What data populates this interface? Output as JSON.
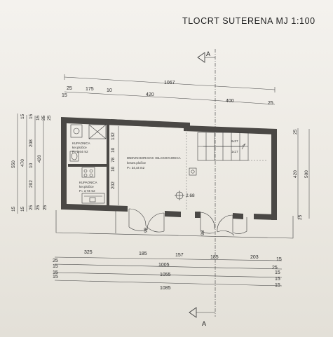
{
  "title": "TLOCRT SUTERENA  MJ 1:100",
  "section_marker": "A",
  "top_dims": {
    "overall": "1067",
    "segments": [
      "25",
      "175",
      "10",
      "420"
    ],
    "left_offset": "15",
    "right_segments": [
      "400",
      "25"
    ]
  },
  "bottom_dims": {
    "row1": [
      "325",
      "185",
      "157",
      "185",
      "203",
      "15"
    ],
    "row2": "1005",
    "row3": "1055",
    "row4": "1085",
    "row2_left": [
      "25",
      "15"
    ],
    "row2_right": [
      "25",
      "15"
    ],
    "row3_left": "15",
    "row3_right": "15",
    "row4_left": "15",
    "row4_right": "15"
  },
  "left_dims": {
    "outer": "550",
    "mid": "470",
    "parts_a": [
      "208",
      "10",
      "202"
    ],
    "parts_b": "420",
    "top_small": [
      "15",
      "15",
      "15",
      "25",
      "25"
    ],
    "bottom_small": [
      "15",
      "15",
      "25",
      "25",
      "25"
    ]
  },
  "right_dims": {
    "outer": "500",
    "inner": "420",
    "top_small": "25",
    "bottom_small": "25"
  },
  "interior_dims": {
    "d132": "132",
    "d10": "10",
    "d78": "78",
    "d202": "202",
    "d10b": "10",
    "d98": "98",
    "d98b": "98",
    "d268": "2.68",
    "stair": "6x27",
    "stair2": "1x17"
  },
  "rooms": {
    "bath1": {
      "name": "KUPAONICA",
      "finish": "ker.pločice",
      "area": "P= 2,64 m2"
    },
    "bath2": {
      "name": "KUPAONICA",
      "finish": "ker.pločice",
      "area": "P= 3,73 m2"
    },
    "living": {
      "name": "DNEVNI BORAVAK I BLAGOVAONICA",
      "finish": "keram.pločice",
      "area": "P= 34,44 m2"
    }
  }
}
